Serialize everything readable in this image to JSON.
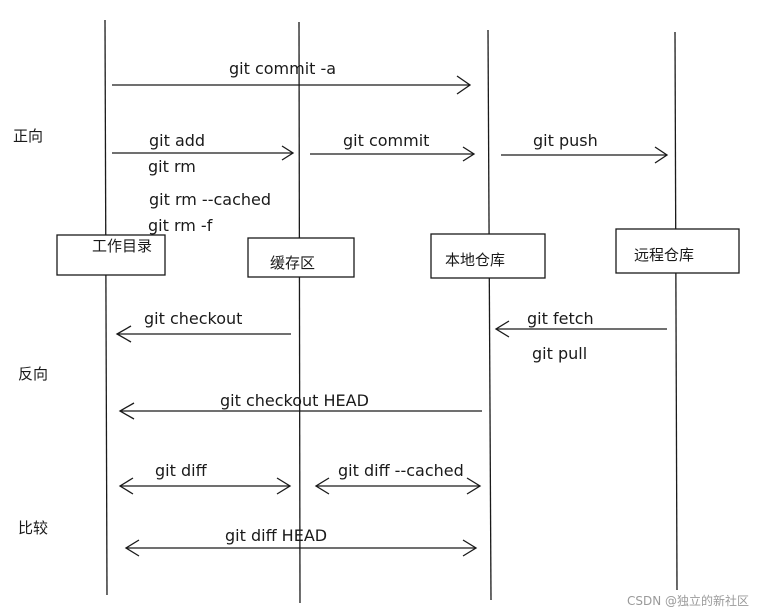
{
  "nodes": {
    "workdir": "工作目录",
    "staging": "缓存区",
    "local_repo": "本地仓库",
    "remote_repo": "远程仓库"
  },
  "sections": {
    "forward": "正向",
    "reverse": "反向",
    "compare": "比较"
  },
  "commands": {
    "commit_a": "git commit -a",
    "add": "git add",
    "rm": "git rm",
    "rm_cached": "git rm --cached",
    "rm_f": "git rm -f",
    "commit": "git commit",
    "push": "git push",
    "checkout": "git checkout",
    "fetch": "git fetch",
    "pull": "git pull",
    "checkout_head": "git checkout HEAD",
    "diff": "git diff",
    "diff_cached": "git diff --cached",
    "diff_head": "git diff HEAD"
  },
  "watermark": "CSDN @独立的新社区"
}
